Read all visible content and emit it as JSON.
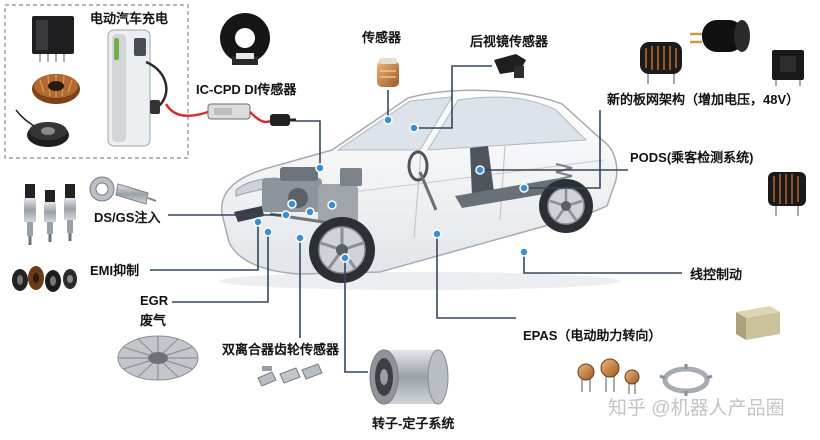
{
  "labels": {
    "ev_charging": "电动汽车充电",
    "ic_cpd_sensor": "IC-CPD DI传感器",
    "sensor": "传感器",
    "mirror_sensor": "后视镜传感器",
    "board_net": "新的板网架构（增加电压，48V）",
    "pods": "PODS(乘客检测系统)",
    "ds_gs_injection": "DS/GS注入",
    "emi_suppression": "EMI抑制",
    "brake_by_wire": "线控制动",
    "egr": "EGR",
    "exhaust": "废气",
    "dual_clutch_sensor": "双离合器齿轮传感器",
    "epas": "EPAS（电动助力转向）",
    "rotor_stator": "转子-定子系统"
  },
  "watermark": "知乎 @机器人产品圈",
  "colors": {
    "callout_line": "#34475a",
    "callout_dot": "#3a8ed6",
    "label_text": "#111111",
    "watermark_text": "#c4c4c4",
    "frame_dash": "#8c8c8c"
  },
  "icons": [
    "power-module-icon",
    "toroid-coil-icon",
    "ring-magnet-icon",
    "charging-station-icon",
    "current-sensor-ring-icon",
    "ic-cpd-cable-icon",
    "sensor-icon",
    "mirror-sensor-icon",
    "common-mode-choke-icon",
    "power-inductor-icon",
    "smd-inductor-icon",
    "pods-coil-icon",
    "fuel-injector-icon",
    "bearing-icon",
    "connector-icon",
    "emi-ferrite-beads-icon",
    "egr-valve-fan-icon",
    "gear-sensor-parts-icon",
    "rotor-stator-icon",
    "epas-sensor-components-icon",
    "epas-sensor-ring-icon",
    "brake-by-wire-module-icon"
  ]
}
